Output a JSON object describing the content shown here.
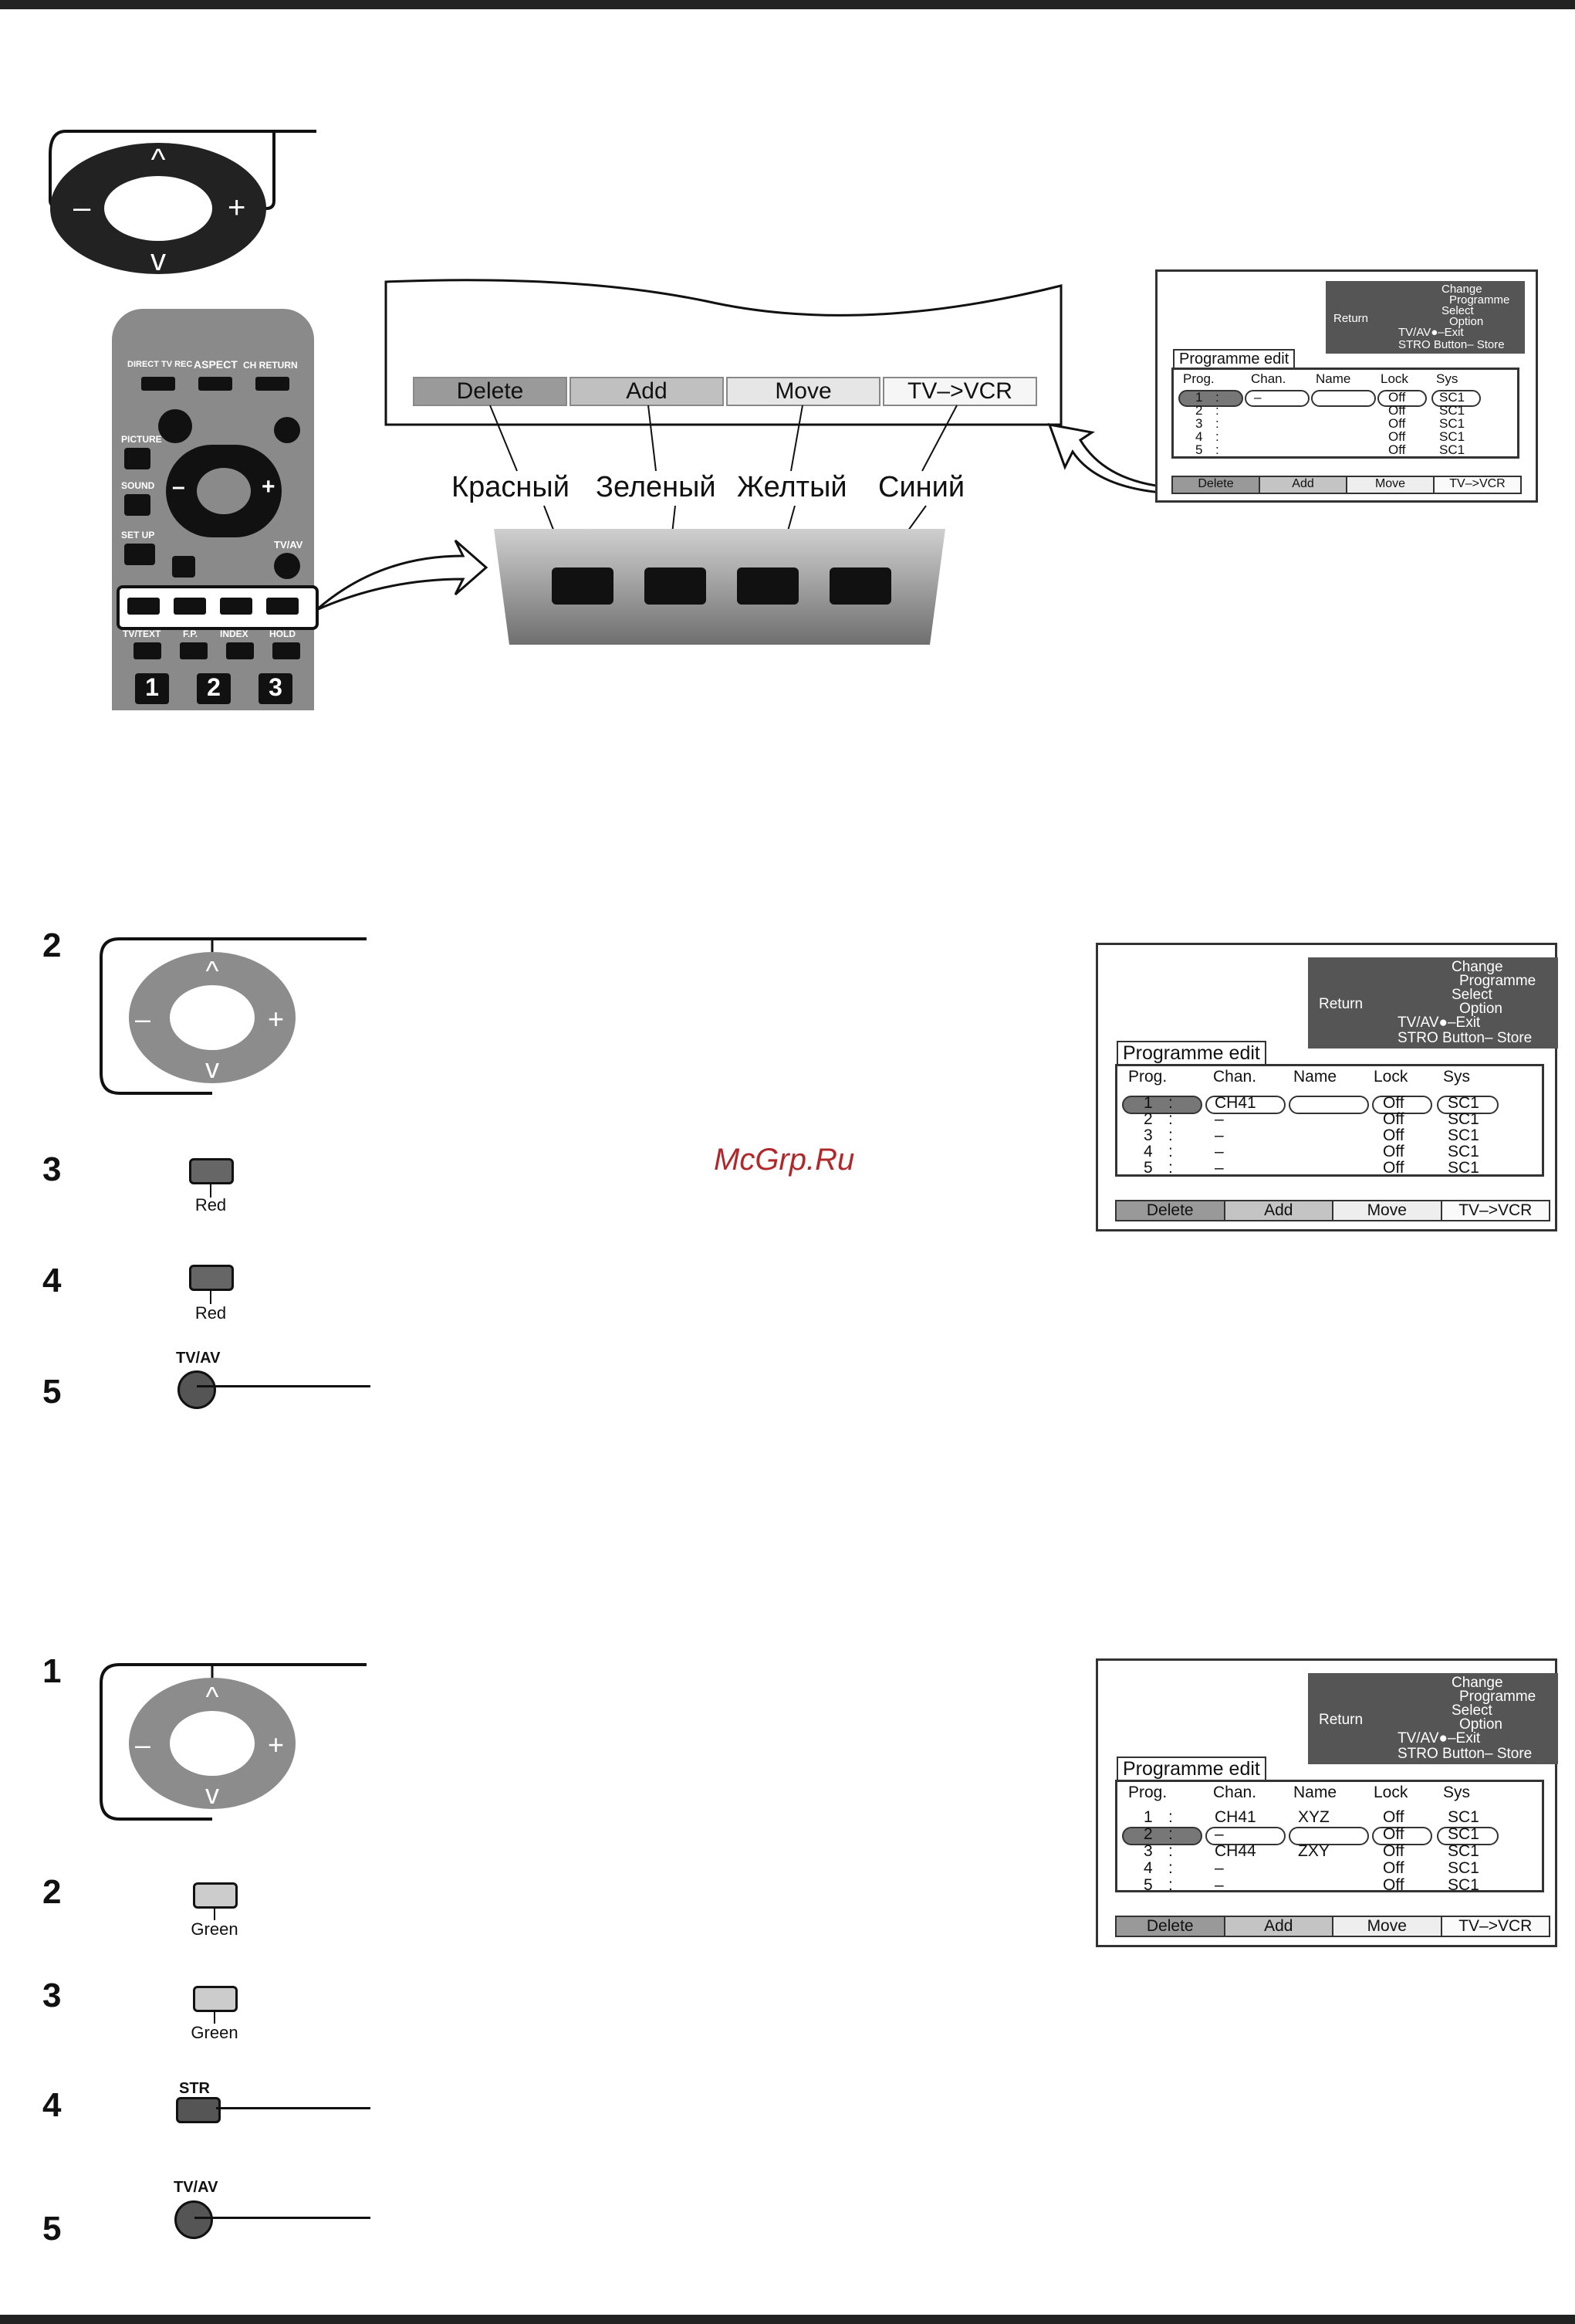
{
  "watermark": "McGrp.Ru",
  "remote": {
    "top_labels": [
      "DIRECT TV REC",
      "ASPECT",
      "CH RETURN"
    ],
    "picture": "PICTURE",
    "sound": "SOUND",
    "setup": "SET UP",
    "tvav": "TV/AV",
    "bottom_labels": [
      "TV/TEXT",
      "F.P.",
      "INDEX",
      "HOLD"
    ],
    "numbers": [
      "1",
      "2",
      "3"
    ],
    "plus": "+",
    "minus": "–"
  },
  "strip": {
    "buttons": [
      "Delete",
      "Add",
      "Move",
      "TV–>VCR"
    ],
    "color_names": [
      "Красный",
      "Зеленый",
      "Желтый",
      "Синий"
    ]
  },
  "osd_common": {
    "help": {
      "change": "Change",
      "programme": "Programme",
      "return": "Return",
      "select": "Select",
      "option": "Option",
      "exit": "TV/AV●–Exit",
      "store": "STRO Button– Store"
    },
    "tab": "Programme edit",
    "headers": [
      "Prog.",
      "Chan.",
      "Name",
      "Lock",
      "Sys"
    ],
    "bar": [
      "Delete",
      "Add",
      "Move",
      "TV–>VCR"
    ]
  },
  "osd1": {
    "rows": [
      [
        "1",
        ":",
        "–",
        "",
        "Off",
        "SC1"
      ],
      [
        "2",
        ":",
        "",
        "",
        "Off",
        "SC1"
      ],
      [
        "3",
        ":",
        "",
        "",
        "Off",
        "SC1"
      ],
      [
        "4",
        ":",
        "",
        "",
        "Off",
        "SC1"
      ],
      [
        "5",
        ":",
        "",
        "",
        "Off",
        "SC1"
      ]
    ]
  },
  "osd2": {
    "rows": [
      [
        "1",
        ":",
        "CH41",
        "",
        "Off",
        "SC1"
      ],
      [
        "2",
        ":",
        "–",
        "",
        "Off",
        "SC1"
      ],
      [
        "3",
        ":",
        "–",
        "",
        "Off",
        "SC1"
      ],
      [
        "4",
        ":",
        "–",
        "",
        "Off",
        "SC1"
      ],
      [
        "5",
        ":",
        "–",
        "",
        "Off",
        "SC1"
      ]
    ]
  },
  "osd3": {
    "rows": [
      [
        "1",
        ":",
        "CH41",
        "XYZ",
        "Off",
        "SC1"
      ],
      [
        "2",
        ":",
        "–",
        "",
        "Off",
        "SC1"
      ],
      [
        "3",
        ":",
        "CH44",
        "ZXY",
        "Off",
        "SC1"
      ],
      [
        "4",
        ":",
        "–",
        "",
        "Off",
        "SC1"
      ],
      [
        "5",
        ":",
        "–",
        "",
        "Off",
        "SC1"
      ]
    ]
  },
  "section2": {
    "steps": [
      "2",
      "3",
      "4",
      "5"
    ],
    "key_red": "Red",
    "tvav": "TV/AV"
  },
  "section3": {
    "steps": [
      "1",
      "2",
      "3",
      "4",
      "5"
    ],
    "key_green": "Green",
    "str": "STR",
    "tvav": "TV/AV"
  }
}
